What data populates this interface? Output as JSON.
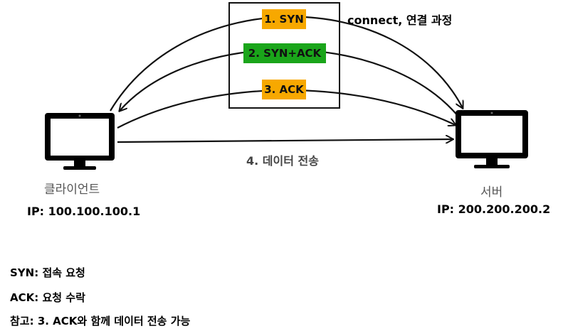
{
  "steps": [
    {
      "label": "1. SYN",
      "color": "#f7a800"
    },
    {
      "label": "2. SYN+ACK",
      "color": "#1aa51a"
    },
    {
      "label": "3. ACK",
      "color": "#f7a800"
    }
  ],
  "connect_label": "connect, 연결 과정",
  "transfer_label": "4. 데이터 전송",
  "client": {
    "name": "클라이언트",
    "ip": "IP: 100.100.100.1"
  },
  "server": {
    "name": "서버",
    "ip": "IP: 200.200.200.2"
  },
  "notes": [
    "SYN: 접속 요청",
    "ACK: 요청 수락",
    "참고: 3. ACK와 함께 데이터 전송 가능"
  ]
}
